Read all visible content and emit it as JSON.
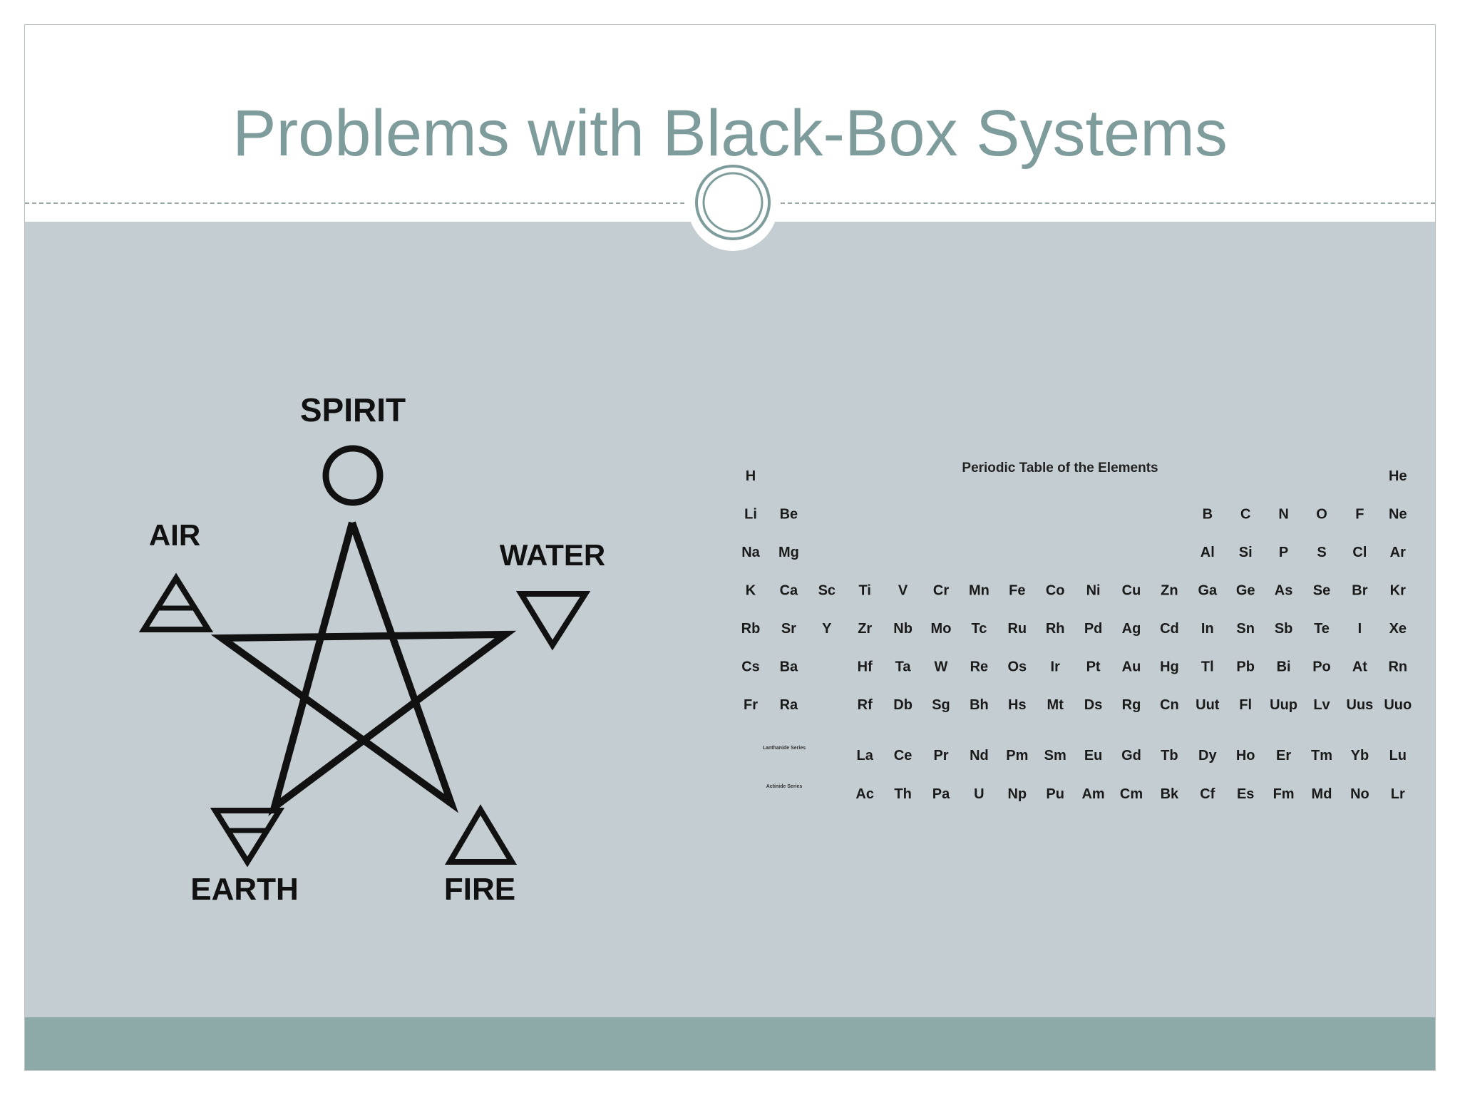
{
  "slide": {
    "title": "Problems with Black-Box Systems",
    "colors": {
      "title": "#7f9c9c",
      "content_bg": "#c4ced2",
      "footer_band": "#8eaaa8",
      "ornament": "#7f9c9c"
    }
  },
  "pentagram": {
    "labels": {
      "spirit": "SPIRIT",
      "air": "AIR",
      "water": "WATER",
      "earth": "EARTH",
      "fire": "FIRE"
    },
    "symbols": [
      "spirit-circle-icon",
      "air-triangle-icon",
      "water-triangle-icon",
      "earth-triangle-icon",
      "fire-triangle-icon",
      "pentagram-star-icon"
    ]
  },
  "periodic_table": {
    "title": "Periodic Table of the Elements",
    "series_labels": [
      "Lanthanide Series",
      "Actinide Series"
    ],
    "main_rows": [
      [
        "H",
        "",
        "",
        "",
        "",
        "",
        "",
        "",
        "",
        "",
        "",
        "",
        "",
        "",
        "",
        "",
        "",
        "He"
      ],
      [
        "Li",
        "Be",
        "",
        "",
        "",
        "",
        "",
        "",
        "",
        "",
        "",
        "",
        "B",
        "C",
        "N",
        "O",
        "F",
        "Ne"
      ],
      [
        "Na",
        "Mg",
        "",
        "",
        "",
        "",
        "",
        "",
        "",
        "",
        "",
        "",
        "Al",
        "Si",
        "P",
        "S",
        "Cl",
        "Ar"
      ],
      [
        "K",
        "Ca",
        "Sc",
        "Ti",
        "V",
        "Cr",
        "Mn",
        "Fe",
        "Co",
        "Ni",
        "Cu",
        "Zn",
        "Ga",
        "Ge",
        "As",
        "Se",
        "Br",
        "Kr"
      ],
      [
        "Rb",
        "Sr",
        "Y",
        "Zr",
        "Nb",
        "Mo",
        "Tc",
        "Ru",
        "Rh",
        "Pd",
        "Ag",
        "Cd",
        "In",
        "Sn",
        "Sb",
        "Te",
        "I",
        "Xe"
      ],
      [
        "Cs",
        "Ba",
        "",
        "Hf",
        "Ta",
        "W",
        "Re",
        "Os",
        "Ir",
        "Pt",
        "Au",
        "Hg",
        "Tl",
        "Pb",
        "Bi",
        "Po",
        "At",
        "Rn"
      ],
      [
        "Fr",
        "Ra",
        "",
        "Rf",
        "Db",
        "Sg",
        "Bh",
        "Hs",
        "Mt",
        "Ds",
        "Rg",
        "Cn",
        "Uut",
        "Fl",
        "Uup",
        "Lv",
        "Uus",
        "Uuo"
      ]
    ],
    "lanthanides": [
      "La",
      "Ce",
      "Pr",
      "Nd",
      "Pm",
      "Sm",
      "Eu",
      "Gd",
      "Tb",
      "Dy",
      "Ho",
      "Er",
      "Tm",
      "Yb",
      "Lu"
    ],
    "actinides": [
      "Ac",
      "Th",
      "Pa",
      "U",
      "Np",
      "Pu",
      "Am",
      "Cm",
      "Bk",
      "Cf",
      "Es",
      "Fm",
      "Md",
      "No",
      "Lr"
    ]
  }
}
